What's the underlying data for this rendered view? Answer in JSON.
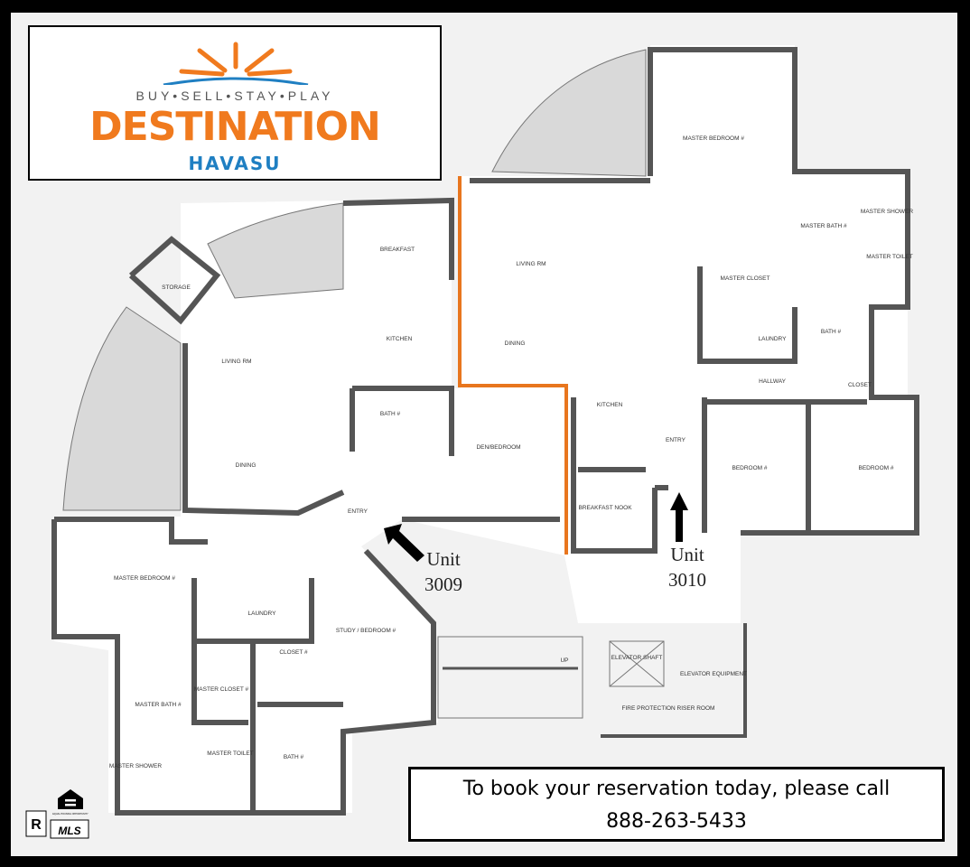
{
  "logo": {
    "tagline": "BUY•SELL•STAY•PLAY",
    "name": "DESTINATION",
    "subname": "HAVASU",
    "colors": {
      "orange": "#f07a1e",
      "blue": "#1f7fc2"
    }
  },
  "call_to_action": {
    "line1": "To book your reservation today, please call",
    "phone": "888-263-5433"
  },
  "units": [
    {
      "label": "Unit",
      "number": "3009"
    },
    {
      "label": "Unit",
      "number": "3010"
    }
  ],
  "divider_color": "#e8761e",
  "rooms_3009": {
    "storage": "STORAGE",
    "living": "LIVING RM",
    "dining": "DINING",
    "breakfast": "BREAKFAST",
    "kitchen": "KITCHEN",
    "bath4": "BATH #",
    "den": "DEN/BEDROOM",
    "entry": "ENTRY",
    "master_bedroom": "MASTER BEDROOM #",
    "laundry": "LAUNDRY",
    "closet": "CLOSET #",
    "study": "STUDY / BEDROOM #",
    "master_closet": "MASTER CLOSET #",
    "master_bath": "MASTER BATH #",
    "master_toilet": "MASTER TOILET",
    "bath5": "BATH #",
    "master_shower": "MASTER SHOWER"
  },
  "rooms_3010": {
    "master_bedroom": "MASTER BEDROOM #",
    "master_bath": "MASTER BATH #",
    "master_shower": "MASTER SHOWER",
    "master_toilet": "MASTER TOILET",
    "master_closet": "MASTER CLOSET",
    "living": "LIVING RM",
    "dining": "DINING",
    "kitchen": "KITCHEN",
    "entry": "ENTRY",
    "laundry": "LAUNDRY",
    "bath4": "BATH #",
    "hallway": "HALLWAY",
    "closet": "CLOSET",
    "bedroom4": "BEDROOM #",
    "bedroom5": "BEDROOM #",
    "breakfast_nook": "BREAKFAST NOOK"
  },
  "common": {
    "up": "UP",
    "elevator_shaft": "ELEVATOR SHAFT",
    "elevator_equipment": "ELEVATOR EQUIPMENT",
    "fire_riser": "FIRE PROTECTION RISER ROOM"
  },
  "badges": {
    "realtor": "R",
    "equal_housing": "EQUAL HOUSING OPPORTUNITY",
    "mls": "MLS"
  }
}
